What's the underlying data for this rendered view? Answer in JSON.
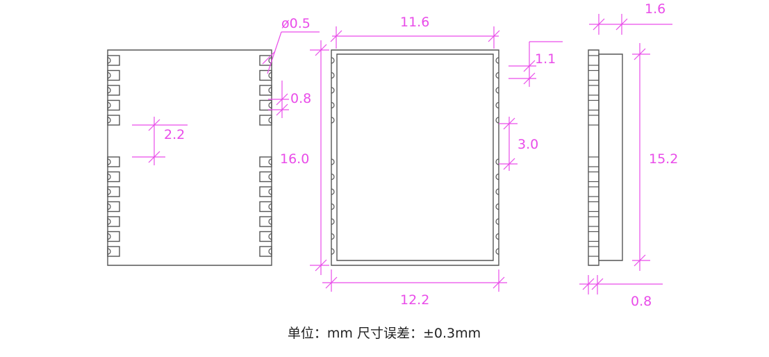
{
  "colors": {
    "outline": "#555555",
    "dimension": "#e94ce9",
    "caption": "#222222"
  },
  "views": {
    "bottom": {
      "pad_pitch": "2.2",
      "pad_height": "0.8",
      "pad_hole_diameter": "ø0.5",
      "body_length": "16.0"
    },
    "top": {
      "shield_width": "11.6",
      "body_width": "12.2",
      "shield_inset": "1.1",
      "pad_spacing": "3.0"
    },
    "side": {
      "total_thickness": "1.6",
      "shield_length": "15.2",
      "pcb_thickness": "0.8"
    }
  },
  "caption": "单位：mm 尺寸误差：±0.3mm"
}
